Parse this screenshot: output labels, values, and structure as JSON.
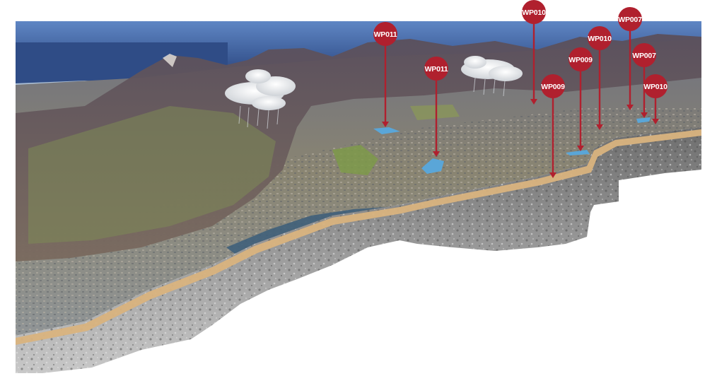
{
  "scene": {
    "colors": {
      "sky": "#3d63a6",
      "ocean": "#2f4c86",
      "mountain": "#6b5d62",
      "city": "#8a8f95",
      "vegetation": "#7d8a55",
      "sand_layer": "#d9b37e",
      "rock": "#8a8a8a",
      "water": "#5aa6d8",
      "pin": "#b0202e",
      "pin_text": "#ffffff"
    }
  },
  "markers": [
    {
      "id": "m1",
      "label": "WP011"
    },
    {
      "id": "m2",
      "label": "WP011"
    },
    {
      "id": "m3",
      "label": "WP010"
    },
    {
      "id": "m4",
      "label": "WP009"
    },
    {
      "id": "m5",
      "label": "WP009"
    },
    {
      "id": "m6",
      "label": "WP010"
    },
    {
      "id": "m7",
      "label": "WP007"
    },
    {
      "id": "m8",
      "label": "WP007"
    },
    {
      "id": "m9",
      "label": "WP010"
    }
  ]
}
